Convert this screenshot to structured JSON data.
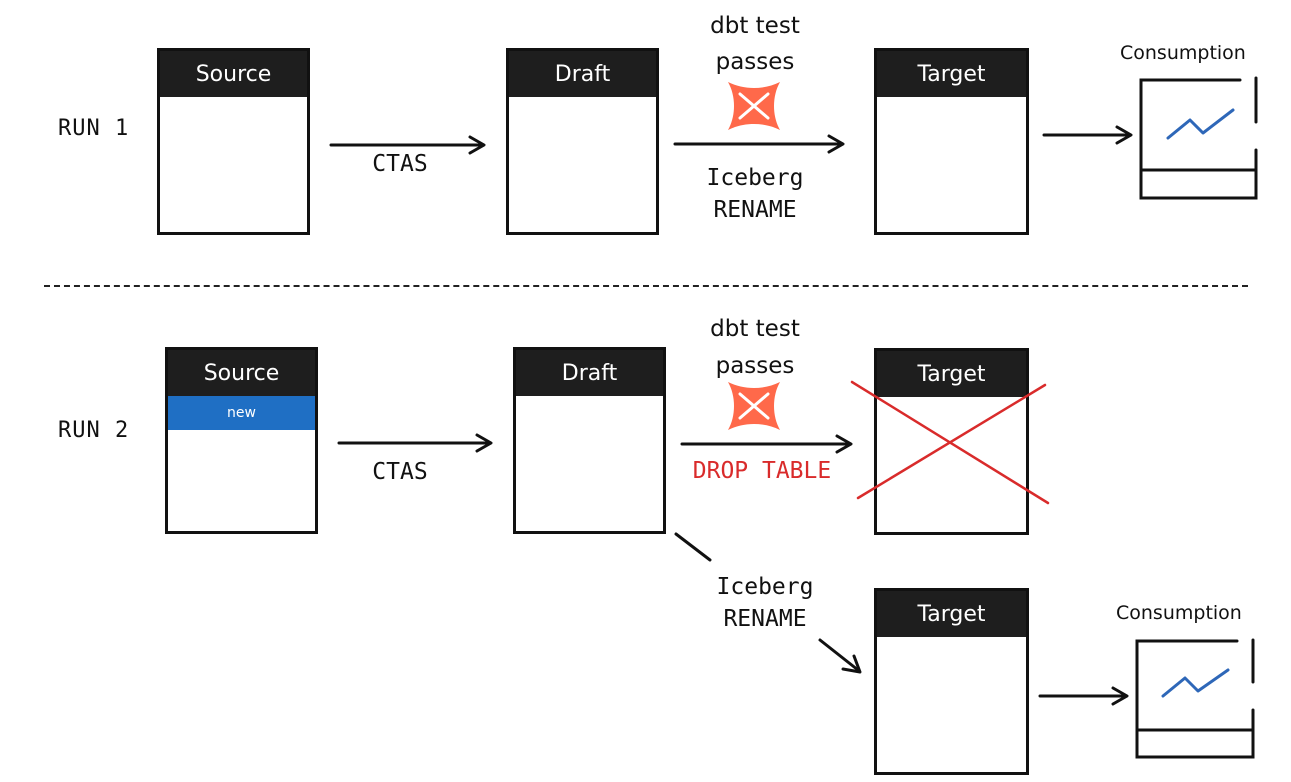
{
  "run1": {
    "label": "RUN 1",
    "source_title": "Source",
    "draft_title": "Draft",
    "target_title": "Target",
    "ctas": "CTAS",
    "test_line1": "dbt test",
    "test_line2": "passes",
    "rename_line1": "Iceberg",
    "rename_line2": "RENAME",
    "consumption": "Consumption"
  },
  "run2": {
    "label": "RUN 2",
    "source_title": "Source",
    "new_row": "new",
    "draft_title": "Draft",
    "old_target_title": "Target",
    "new_target_title": "Target",
    "ctas": "CTAS",
    "test_line1": "dbt test",
    "test_line2": "passes",
    "drop": "DROP TABLE",
    "rename_line1": "Iceberg",
    "rename_line2": "RENAME",
    "consumption": "Consumption"
  },
  "colors": {
    "header": "#1e1e1e",
    "new_row": "#1f6fc4",
    "dbt_logo": "#ff694a",
    "cross": "#d92b2b",
    "chart_line": "#2e67b8"
  },
  "icons": [
    "dbt-logo-icon",
    "chart-line-icon",
    "cross-out-icon"
  ]
}
